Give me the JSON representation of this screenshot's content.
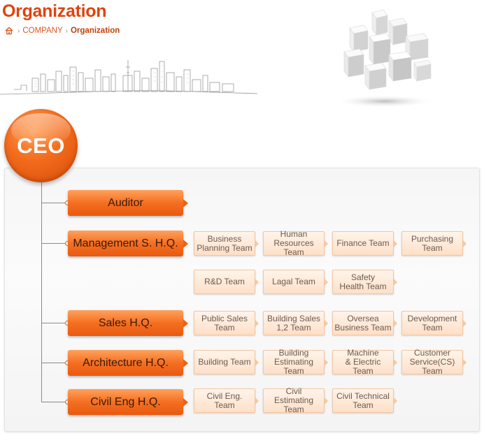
{
  "header": {
    "title": "Organization",
    "breadcrumb": [
      {
        "label": "COMPANY"
      },
      {
        "label": "Organization"
      }
    ]
  },
  "colors": {
    "accent": "#e0430f",
    "hq_orange": "#f26b1c",
    "team_peach": "#fde0c8"
  },
  "org": {
    "root": "CEO",
    "divisions": [
      {
        "label": "Auditor",
        "teams": []
      },
      {
        "label": "Management S. H.Q.",
        "teams": [
          "Business\nPlanning Team",
          "Human\nResources Team",
          "Finance Team",
          "Purchasing Team",
          "R&D Team",
          "Lagal Team",
          "Safety\nHealth Team"
        ]
      },
      {
        "label": "Sales H.Q.",
        "teams": [
          "Public Sales\nTeam",
          "Building Sales\n1,2 Team",
          "Oversea\nBusiness Team",
          "Development\nTeam"
        ]
      },
      {
        "label": "Architecture H.Q.",
        "teams": [
          "Building Team",
          "Building\nEstimating Team",
          "Machine\n& Electric Team",
          "Customer\nService(CS) Team"
        ]
      },
      {
        "label": "Civil Eng H.Q.",
        "teams": [
          "Civil Eng. Team",
          "Civil Estimating\nTeam",
          "Civil Technical\nTeam"
        ]
      }
    ]
  }
}
